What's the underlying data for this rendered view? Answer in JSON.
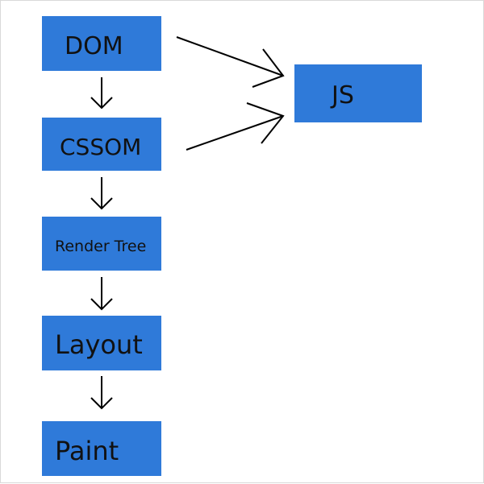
{
  "nodes": {
    "dom": "DOM",
    "cssom": "CSSOM",
    "render_tree": "Render Tree",
    "layout": "Layout",
    "paint": "Paint",
    "js": "JS"
  },
  "colors": {
    "node_fill": "#2f7ad9",
    "text": "#111111",
    "edge": "#000000"
  }
}
